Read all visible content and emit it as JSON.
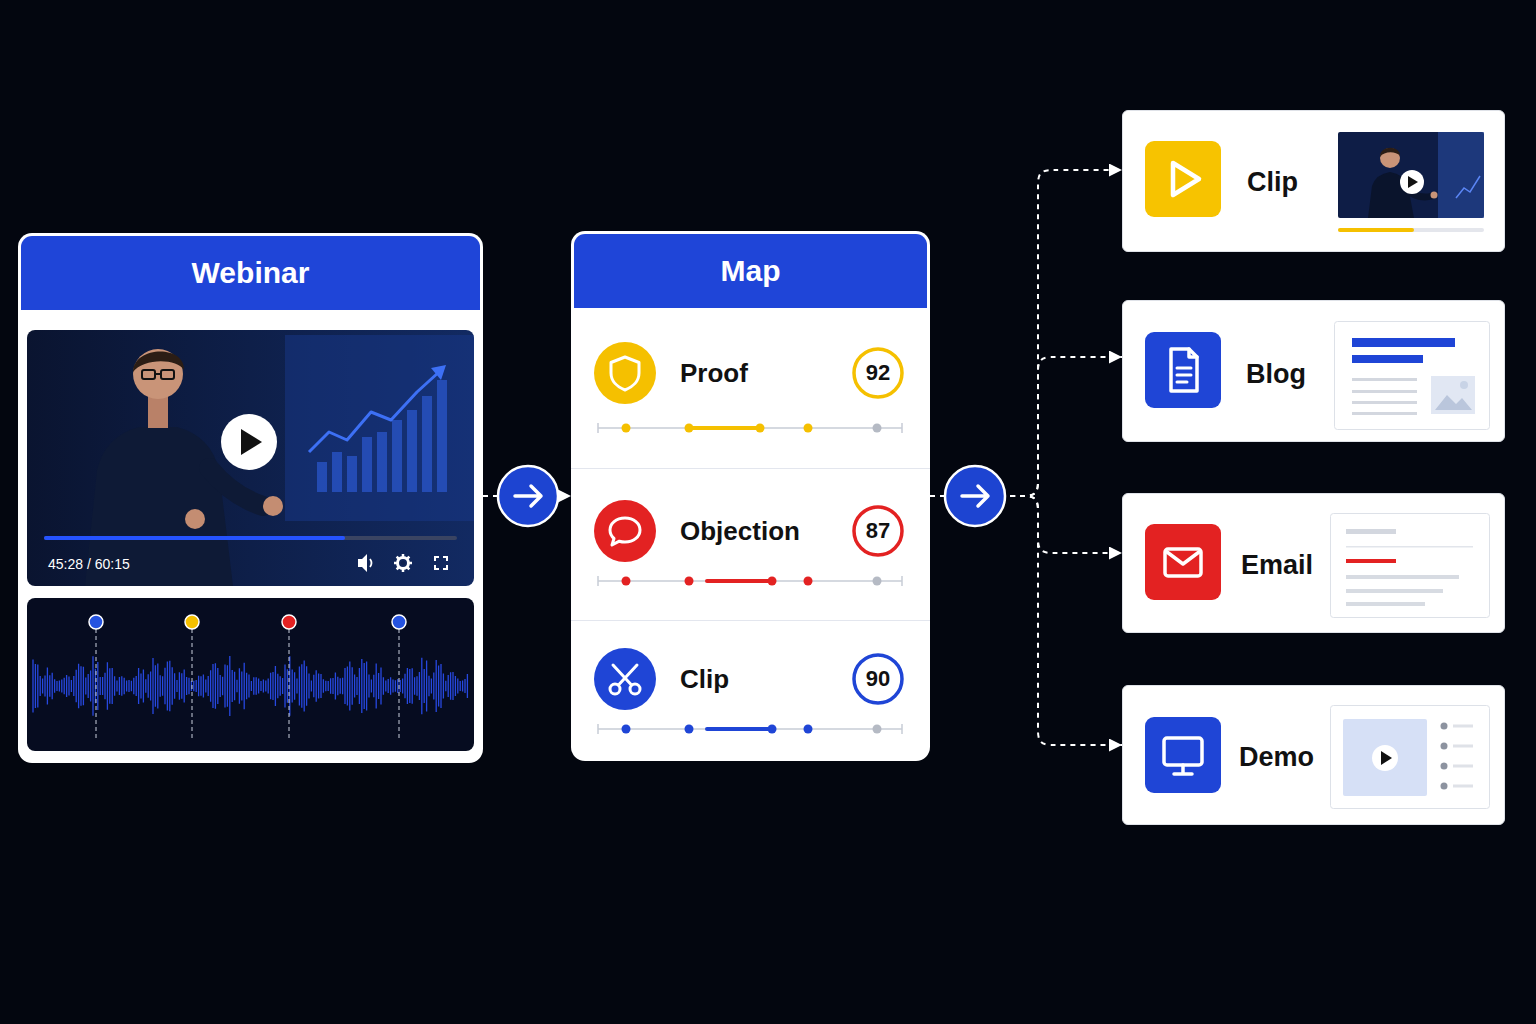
{
  "diagram": {
    "nodes": [
      {
        "text": [
          "Webinar"
        ]
      },
      {
        "text": [
          "Map"
        ]
      },
      {
        "text": [
          "Proof",
          "92"
        ],
        "in": 1
      },
      {
        "text": [
          "Objection",
          "87"
        ],
        "in": 1
      },
      {
        "text": [
          "Clip",
          "90"
        ],
        "in": 1
      },
      {
        "text": [
          "Clip"
        ]
      },
      {
        "text": [
          "Blog"
        ]
      },
      {
        "text": [
          "Email"
        ]
      },
      {
        "text": [
          "Demo"
        ]
      }
    ],
    "edges": [
      {
        "from": 0,
        "to": 1,
        "arrow": "to"
      },
      {
        "from": 1,
        "to": 5,
        "arrow": "to"
      },
      {
        "from": 1,
        "to": 6,
        "arrow": "to"
      },
      {
        "from": 1,
        "to": 7,
        "arrow": "to"
      },
      {
        "from": 1,
        "to": 8,
        "arrow": "to"
      }
    ],
    "labels": [
      "45:28 / 60:15"
    ]
  }
}
